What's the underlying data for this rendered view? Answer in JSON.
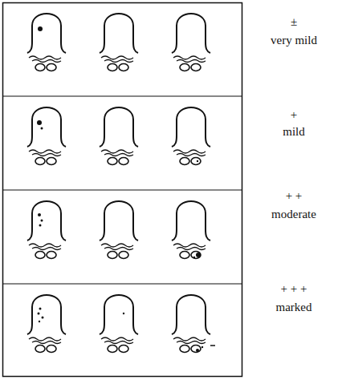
{
  "diagram": {
    "labels": [
      "±",
      "very mild",
      "+",
      "mild",
      "+ +",
      "moderate",
      "+ + +",
      "marked"
    ]
  }
}
